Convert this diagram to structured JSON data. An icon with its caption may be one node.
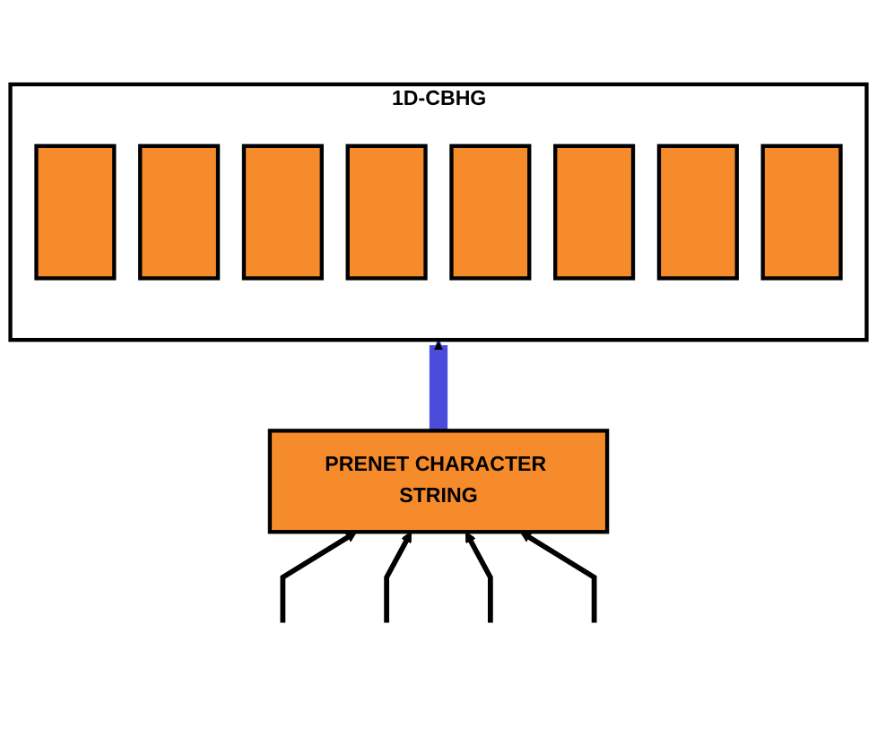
{
  "diagram": {
    "nodes": [
      {
        "text": [
          "1D-CBHG"
        ]
      },
      {
        "text": [],
        "shape": "bar",
        "in": 0
      },
      {
        "text": [],
        "shape": "bar",
        "in": 0
      },
      {
        "text": [],
        "shape": "bar",
        "in": 0
      },
      {
        "text": [],
        "shape": "bar",
        "in": 0
      },
      {
        "text": [],
        "shape": "bar",
        "in": 0
      },
      {
        "text": [],
        "shape": "bar",
        "in": 0
      },
      {
        "text": [],
        "shape": "bar",
        "in": 0
      },
      {
        "text": [],
        "shape": "bar",
        "in": 0
      },
      {
        "text": [
          "PRENET CHARACTER STRING"
        ]
      }
    ],
    "edges": [
      {
        "from": 9,
        "to": 0,
        "arrow": "to",
        "style": "thick",
        "color": "#4b4bdc"
      },
      {
        "from": null,
        "to": 9,
        "arrow": "to"
      },
      {
        "from": null,
        "to": 9,
        "arrow": "to"
      },
      {
        "from": null,
        "to": 9,
        "arrow": "to"
      },
      {
        "from": null,
        "to": 9,
        "arrow": "to"
      }
    ]
  }
}
